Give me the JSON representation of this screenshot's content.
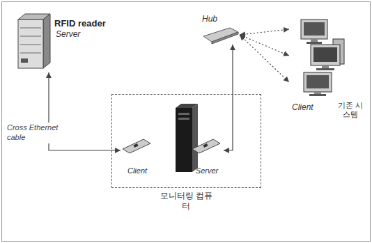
{
  "diagram": {
    "nodes": [
      {
        "text": [
          "RFID reader",
          "Server"
        ]
      },
      {
        "text": [
          "Hub"
        ]
      },
      {
        "text": [
          "Client",
          "기존 시스템"
        ]
      },
      {
        "text": [
          "모니터링 컴퓨터"
        ]
      },
      {
        "text": [
          "Client"
        ],
        "in": 3
      },
      {
        "text": [
          "Server"
        ],
        "in": 3
      }
    ],
    "edges": [
      {
        "from": 0,
        "to": 4,
        "arrow": "both",
        "label": "Cross Ethernet cable"
      },
      {
        "from": 5,
        "to": 1,
        "arrow": "both"
      },
      {
        "from": 1,
        "to": 2,
        "arrow": "both"
      },
      {
        "from": 1,
        "to": 2,
        "arrow": "both"
      },
      {
        "from": 1,
        "to": 2,
        "arrow": "both"
      }
    ]
  }
}
